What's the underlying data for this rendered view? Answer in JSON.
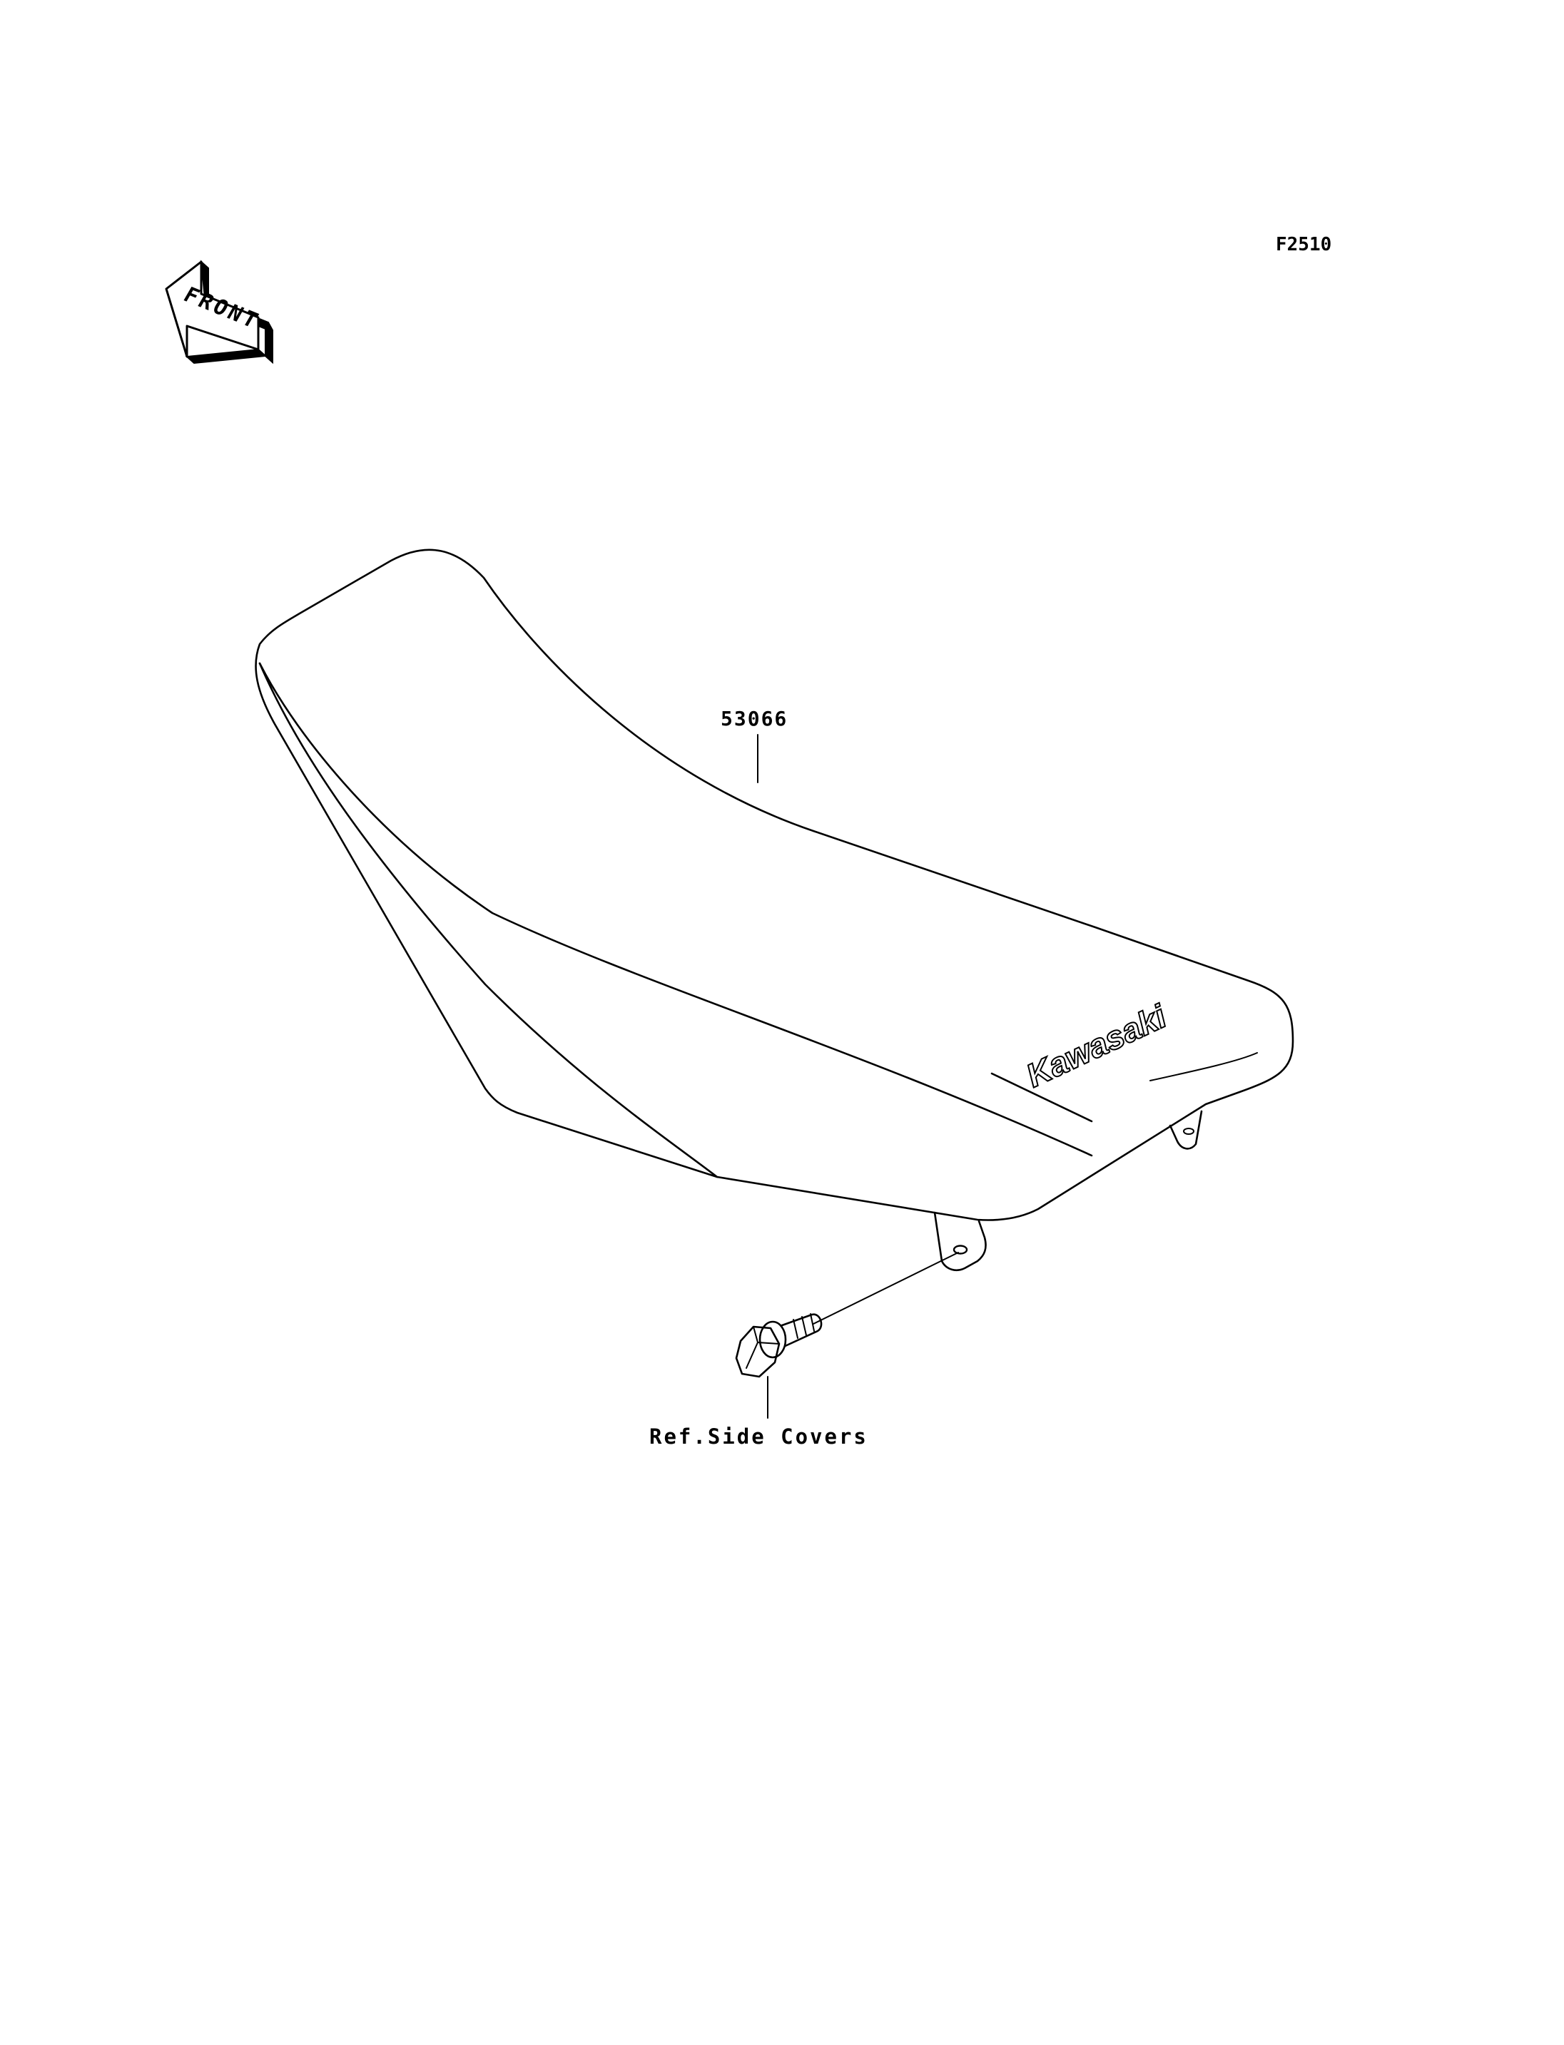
{
  "diagram": {
    "figure_code": "F2510",
    "front_arrow_label": "FRONT",
    "brand_logo_text": "Kawasaki",
    "parts": [
      {
        "part_number": "53066"
      }
    ],
    "references": [
      {
        "text": "Ref.Side Covers"
      }
    ]
  }
}
